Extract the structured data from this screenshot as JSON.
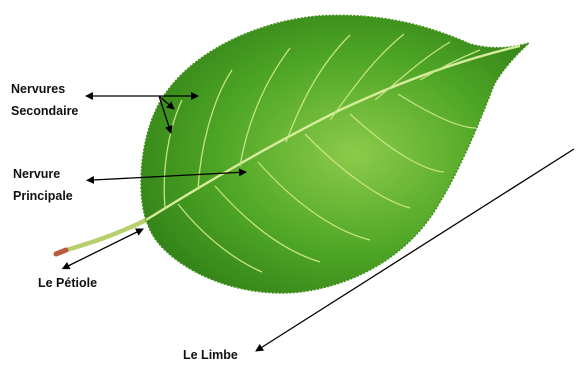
{
  "labels": {
    "secondary_veins": [
      "Nervures",
      "Secondaire"
    ],
    "main_vein": [
      "Nervure",
      "Principale"
    ],
    "petiole": "Le Pétiole",
    "blade": "Le Limbe"
  },
  "colors": {
    "leaf_dark": "#2e7d16",
    "leaf_mid": "#4ea525",
    "leaf_light": "#8ccb4a",
    "vein": "#d6ec9c",
    "petiole": "#b7cf6c",
    "petiole_tip": "#b85a3c",
    "arrow": "#000000",
    "text": "#111111"
  }
}
